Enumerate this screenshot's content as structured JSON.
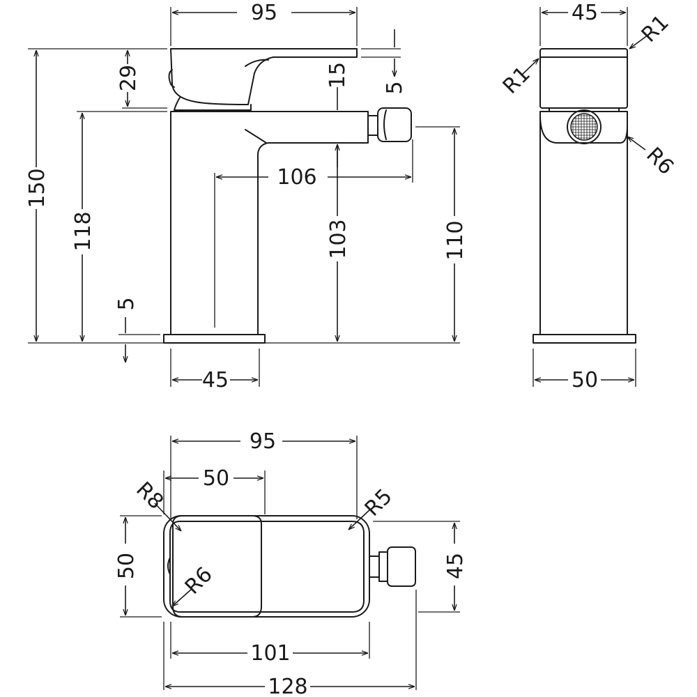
{
  "side_view": {
    "width": "95",
    "lever_height": "29",
    "spout_gap": "15",
    "lever_end": "5",
    "total_height": "150",
    "body_height": "118",
    "spout_reach": "106",
    "spout_height": "103",
    "outlet_height": "110",
    "base_height": "5",
    "base_width": "45"
  },
  "end_view": {
    "top_width": "45",
    "radius_top_right": "R1",
    "radius_top_left": "R1",
    "radius_outlet": "R6",
    "base_width": "50"
  },
  "plan_view": {
    "width": "95",
    "lever_width": "50",
    "radius_corner": "R8",
    "radius_right": "R5",
    "radius_inner": "R6",
    "depth": "50",
    "body_depth": "45",
    "length_to_outlet": "101",
    "total_length": "128"
  }
}
